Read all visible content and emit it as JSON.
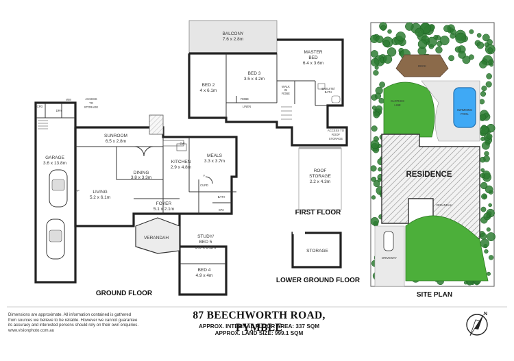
{
  "title": "87 BEECHWORTH ROAD, PYMBLE",
  "internal_area": "APPROX. INTERNAL FLOOR AREA: 337 SQM",
  "land_size": "APPROX. LAND SIZE: 999.1 SQM",
  "disclaimer": {
    "line1": "Dimensions are approximate. All information contained is gathered",
    "line2": "from sources we believe to be reliable. However we cannot guarantee",
    "line3": "its accuracy and interested persons should rely on their own enquiries.",
    "website": "www.visionphoto.com.au"
  },
  "floor_labels": {
    "ground": "GROUND FLOOR",
    "first": "FIRST FLOOR",
    "lower": "LOWER GROUND FLOOR",
    "site": "SITE PLAN"
  },
  "ground_floor": {
    "garage": {
      "name": "GARAGE",
      "dim": "3.6 x 13.8m"
    },
    "dry": "DRY",
    "cpd": "CPD",
    "wm": "WM",
    "access_storage": {
      "l1": "ACCESS",
      "l2": "TO",
      "l3": "STORAGE"
    },
    "sunroom": {
      "name": "SUNROOM",
      "dim": "6.5 x 2.8m"
    },
    "dining": {
      "name": "DINING",
      "dim": "3.8 x 3.3m"
    },
    "kitchen": {
      "name": "KITCHEN",
      "dim": "2.9 x 4.8m"
    },
    "meals": {
      "name": "MEALS",
      "dim": "3.3 x 3.7m"
    },
    "living": {
      "name": "LIVING",
      "dim": "5.2 x 6.1m"
    },
    "fp": "FP",
    "dw": "DW",
    "f": "F",
    "cupd": "CUPD",
    "bath": "BATH",
    "spa": "SPA",
    "foyer": {
      "name": "FOYER",
      "dim": "5.1 x 2.1m"
    },
    "verandah": "VERANDAH",
    "study": {
      "name": "STUDY/",
      "name2": "BED 5",
      "dim": "3.6 x 3.1m"
    },
    "bed4": {
      "name": "BED 4",
      "dim": "4.9 x 4m"
    }
  },
  "first_floor": {
    "balcony": {
      "name": "BALCONY",
      "dim": "7.6 x 2.8m"
    },
    "bed2": {
      "name": "BED 2",
      "dim": "4 x 6.1m"
    },
    "bed3": {
      "name": "BED 3",
      "dim": "3.5 x 4.2m"
    },
    "master": {
      "name": "MASTER",
      "name2": "BED",
      "dim": "6.4 x 3.6m"
    },
    "robe": "ROBE",
    "linen": "LINEN",
    "walk_in": {
      "l1": "WALK",
      "l2": "IN",
      "l3": "ROBE"
    },
    "ensuite": {
      "l1": "ENSUITE/",
      "l2": "BATH"
    },
    "roof_access": {
      "l1": "ACCESS TO",
      "l2": "ROOF",
      "l3": "STORAGE"
    },
    "roof_storage": {
      "name": "ROOF",
      "name2": "STORAGE",
      "dim": "2.2 x 4.3m"
    }
  },
  "lower_ground": {
    "storage": "STORAGE"
  },
  "site_plan": {
    "residence": "RESIDENCE",
    "deck": "DECK",
    "clothes_line": {
      "l1": "CLOTHES",
      "l2": "LINE"
    },
    "pool": {
      "l1": "SWIMMING",
      "l2": "POOL"
    },
    "verandah": "VERANDAH",
    "driveway": "DRIVEWAY"
  },
  "compass": {
    "label": "N"
  },
  "colors": {
    "wall": "#222222",
    "balcony_fill": "#e6e6e6",
    "grass": "#4caf3a",
    "tree": "#2e7d32",
    "pool": "#3fa9f5",
    "deck": "#8b6a4a",
    "residence_hatch": "#777777"
  }
}
